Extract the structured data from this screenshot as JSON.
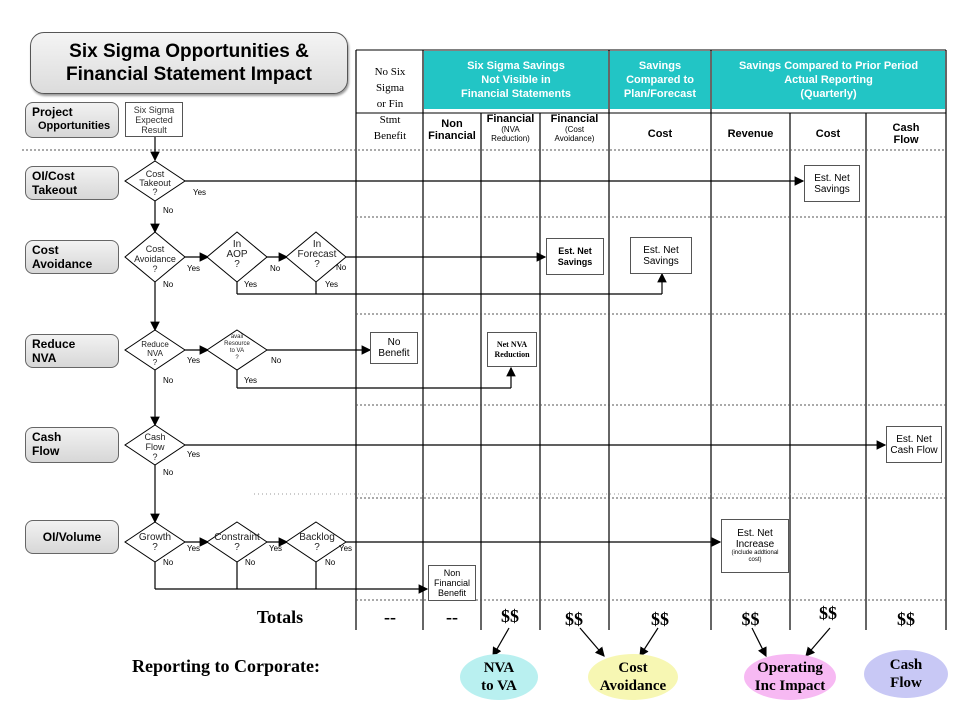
{
  "title": {
    "line1": "Six Sigma Opportunities &",
    "line2": "Financial Statement Impact"
  },
  "rows": {
    "project": {
      "line1": "Project",
      "line2": "Opportunities"
    },
    "oi_cost": {
      "line1": "OI/Cost",
      "line2": "Takeout"
    },
    "cost_avoid": {
      "line1": "Cost",
      "line2": "Avoidance"
    },
    "reduce_nva": {
      "line1": "Reduce",
      "line2": "NVA"
    },
    "cash_flow": {
      "line1": "Cash",
      "line2": "Flow"
    },
    "oi_volume": {
      "line1": "OI/Volume"
    }
  },
  "expected_result": {
    "line1": "Six Sigma",
    "line2": "Expected",
    "line3": "Result"
  },
  "headers": {
    "no_six_sigma": {
      "l1": "No Six",
      "l2": "Sigma",
      "l3": "or Fin",
      "l4": "Stmt",
      "l5": "Benefit"
    },
    "not_visible": {
      "l1": "Six Sigma Savings",
      "l2": "Not Visible in",
      "l3": "Financial Statements"
    },
    "plan": {
      "l1": "Savings",
      "l2": "Compared to",
      "l3": "Plan/Forecast"
    },
    "prior": {
      "l1": "Savings Compared   to Prior Period",
      "l2": "Actual Reporting",
      "l3": "(Quarterly)"
    }
  },
  "columns": {
    "non_financial": {
      "l1": "Non",
      "l2": "Financial"
    },
    "fin_nva": {
      "l1": "Financial",
      "l2": "(NVA",
      "l3": "Reduction)"
    },
    "fin_cost": {
      "l1": "Financial",
      "l2": "(Cost",
      "l3": "Avoidance)"
    },
    "cost_plan": {
      "l1": "Cost"
    },
    "revenue": {
      "l1": "Revenue"
    },
    "cost_prior": {
      "l1": "Cost"
    },
    "cash": {
      "l1": "Cash",
      "l2": "Flow"
    }
  },
  "decisions": {
    "cost_takeout": {
      "l1": "Cost",
      "l2": "Takeout",
      "l3": "?"
    },
    "cost_avoidance": {
      "l1": "Cost",
      "l2": "Avoidance",
      "l3": "?"
    },
    "in_aop": {
      "l1": "In",
      "l2": "AOP",
      "l3": "?"
    },
    "in_forecast": {
      "l1": "In",
      "l2": "Forecast",
      "l3": "?"
    },
    "reduce_nva": {
      "l1": "Reduce",
      "l2": "NVA",
      "l3": "?"
    },
    "avail_resource": {
      "l1": "avail",
      "l2": "Resource",
      "l3": "to VA",
      "l4": "?"
    },
    "cash_flow": {
      "l1": "Cash",
      "l2": "Flow",
      "l3": "?"
    },
    "growth": {
      "l1": "Growth",
      "l2": "?"
    },
    "constraint": {
      "l1": "Constraint",
      "l2": "?"
    },
    "backlog": {
      "l1": "Backlog",
      "l2": "?"
    }
  },
  "yes": "Yes",
  "no": "No",
  "outcomes": {
    "est_net_savings_1": {
      "l1": "Est. Net",
      "l2": "Savings"
    },
    "est_net_savings_2": {
      "l1": "Est. Net",
      "l2": "Savings"
    },
    "est_net_savings_3": {
      "l1": "Est. Net",
      "l2": "Savings"
    },
    "no_benefit": {
      "l1": "No",
      "l2": "Benefit"
    },
    "net_nva": {
      "l1": "Net NVA",
      "l2": "Reduction"
    },
    "est_net_cash": {
      "l1": "Est. Net",
      "l2": "Cash Flow"
    },
    "est_net_increase": {
      "l1": "Est. Net",
      "l2": "Increase",
      "l3": "(include addtional",
      "l4": "cost)"
    },
    "non_fin_benefit": {
      "l1": "Non",
      "l2": "Financial",
      "l3": "Benefit"
    }
  },
  "totals": {
    "label": "Totals",
    "values": [
      "--",
      "--",
      "$$",
      "$$",
      "$$",
      "$$",
      "$$",
      "$$"
    ]
  },
  "reporting": {
    "label": "Reporting to Corporate:",
    "nva": {
      "l1": "NVA",
      "l2": "to VA"
    },
    "cost": {
      "l1": "Cost",
      "l2": "Avoidance"
    },
    "opinc": {
      "l1": "Operating",
      "l2": "Inc Impact"
    },
    "cash": {
      "l1": "Cash",
      "l2": "Flow"
    }
  },
  "colors": {
    "teal": "#22c5c5",
    "nva_oval": "#b9f0f0",
    "cost_oval": "#f7f7b3",
    "opinc_oval": "#f7b9f3",
    "cash_oval": "#c8c8f5"
  }
}
